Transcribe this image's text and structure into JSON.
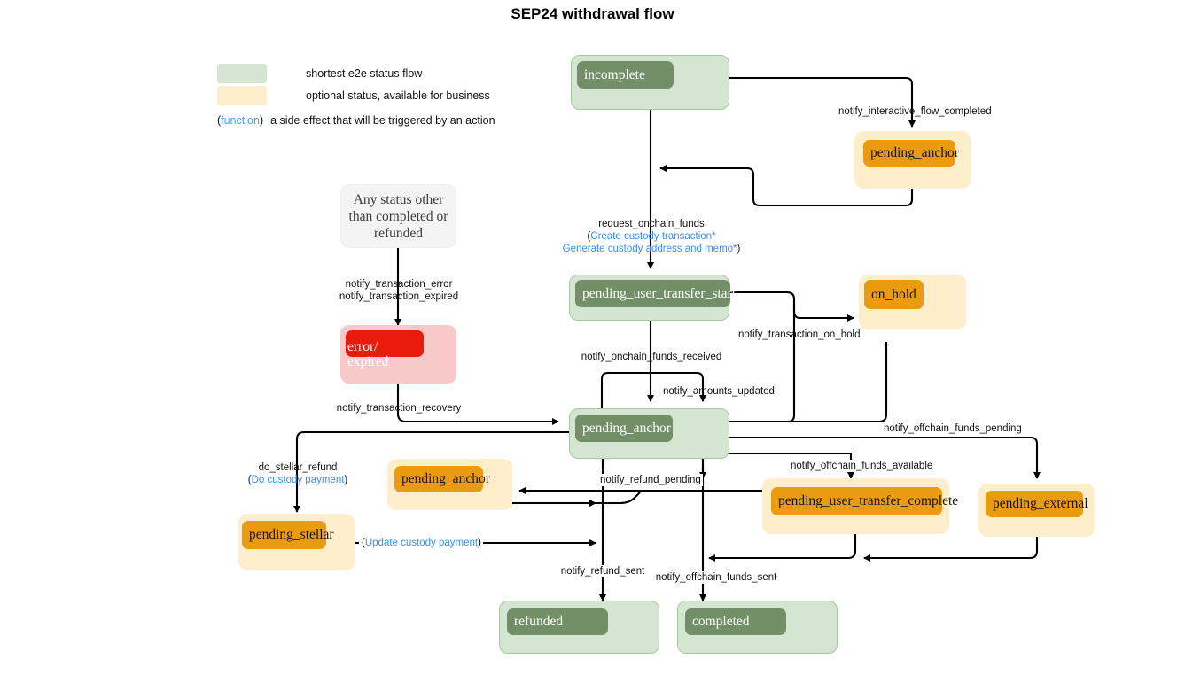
{
  "title": "SEP24 withdrawal flow",
  "legend": {
    "rows": [
      {
        "swatch": "green",
        "text": "shortest e2e status flow"
      },
      {
        "swatch": "cream",
        "text": "optional status, available for business"
      }
    ],
    "function_open": "(",
    "function_word": "function",
    "function_close": ")",
    "function_desc": "a side effect that will be triggered by an action"
  },
  "colors": {
    "green_fill": "#d4e6d2",
    "green_inner": "#728f68",
    "cream_fill": "#ffeecc",
    "orange_inner": "#eb9b10",
    "pink_fill": "#f9c9c9",
    "red_inner": "#e81b0c",
    "grey_fill": "#f4f4f4",
    "function_blue": "#3d8ef0",
    "edge": "#000000"
  },
  "nodes": {
    "incomplete": "incomplete",
    "pending_anchor_top": "pending_anchor",
    "any_status": "Any status other\nthan completed or\nrefunded",
    "error_expired": "error/\nexpired",
    "pending_user_transfer_start": "pending_user_transfer_start",
    "on_hold": "on_hold",
    "pending_anchor_center": "pending_anchor",
    "pending_anchor_refund": "pending_anchor",
    "pending_stellar": "pending_stellar",
    "pending_user_transfer_complete": "pending_user_transfer_complete",
    "pending_external": "pending_external",
    "refunded": "refunded",
    "completed": "completed"
  },
  "edges": {
    "notify_interactive_flow_completed": "notify_interactive_flow_completed",
    "request_onchain_funds": "request_onchain_funds",
    "request_onchain_funds_fn1": "Create custody transaction*",
    "request_onchain_funds_fn2": "Generate custody address and memo*",
    "notify_transaction_error": "notify_transaction_error",
    "notify_transaction_expired": "notify_transaction_expired",
    "notify_transaction_recovery": "notify_transaction_recovery",
    "notify_onchain_funds_received": "notify_onchain_funds_received",
    "notify_amounts_updated": "notify_amounts_updated",
    "notify_transaction_on_hold": "notify_transaction_on_hold",
    "notify_offchain_funds_pending": "notify_offchain_funds_pending",
    "notify_offchain_funds_available": "notify_offchain_funds_available",
    "notify_refund_pending": "notify_refund_pending",
    "do_stellar_refund": "do_stellar_refund",
    "do_stellar_refund_fn": "Do custody payment",
    "update_custody_payment_fn": "Update custody payment",
    "notify_refund_sent": "notify_refund_sent",
    "notify_offchain_funds_sent": "notify_offchain_funds_sent"
  },
  "chart_data": {
    "type": "diagram",
    "title": "SEP24 withdrawal flow",
    "states": [
      {
        "id": "incomplete",
        "label": "incomplete",
        "category": "shortest-e2e"
      },
      {
        "id": "pending_anchor_top",
        "label": "pending_anchor",
        "category": "optional"
      },
      {
        "id": "any_status",
        "label": "Any status other than completed or refunded",
        "category": "meta"
      },
      {
        "id": "error_expired",
        "label": "error/expired",
        "category": "error"
      },
      {
        "id": "pending_user_transfer_start",
        "label": "pending_user_transfer_start",
        "category": "shortest-e2e"
      },
      {
        "id": "on_hold",
        "label": "on_hold",
        "category": "optional"
      },
      {
        "id": "pending_anchor_center",
        "label": "pending_anchor",
        "category": "shortest-e2e"
      },
      {
        "id": "pending_anchor_refund",
        "label": "pending_anchor",
        "category": "optional"
      },
      {
        "id": "pending_stellar",
        "label": "pending_stellar",
        "category": "optional"
      },
      {
        "id": "pending_user_transfer_complete",
        "label": "pending_user_transfer_complete",
        "category": "optional"
      },
      {
        "id": "pending_external",
        "label": "pending_external",
        "category": "optional"
      },
      {
        "id": "refunded",
        "label": "refunded",
        "category": "shortest-e2e"
      },
      {
        "id": "completed",
        "label": "completed",
        "category": "shortest-e2e"
      }
    ],
    "transitions": [
      {
        "from": "incomplete",
        "to": "pending_anchor_top",
        "label": "notify_interactive_flow_completed"
      },
      {
        "from": "pending_anchor_top",
        "to": "pending_user_transfer_start",
        "label": ""
      },
      {
        "from": "incomplete",
        "to": "pending_user_transfer_start",
        "label": "request_onchain_funds",
        "functions": [
          "Create custody transaction*",
          "Generate custody address and memo*"
        ]
      },
      {
        "from": "any_status",
        "to": "error_expired",
        "label": "notify_transaction_error / notify_transaction_expired"
      },
      {
        "from": "error_expired",
        "to": "pending_anchor_center",
        "label": "notify_transaction_recovery"
      },
      {
        "from": "pending_user_transfer_start",
        "to": "pending_anchor_center",
        "label": "notify_onchain_funds_received"
      },
      {
        "from": "pending_anchor_center",
        "to": "pending_anchor_center",
        "label": "notify_amounts_updated"
      },
      {
        "from": "pending_user_transfer_start",
        "to": "on_hold",
        "label": "notify_transaction_on_hold"
      },
      {
        "from": "pending_anchor_center",
        "to": "on_hold",
        "label": "notify_transaction_on_hold"
      },
      {
        "from": "on_hold",
        "to": "pending_anchor_center",
        "label": ""
      },
      {
        "from": "pending_anchor_center",
        "to": "pending_external",
        "label": "notify_offchain_funds_pending"
      },
      {
        "from": "pending_anchor_center",
        "to": "pending_user_transfer_complete",
        "label": "notify_offchain_funds_available"
      },
      {
        "from": "pending_anchor_center",
        "to": "pending_anchor_refund",
        "label": "notify_refund_pending"
      },
      {
        "from": "pending_anchor_center",
        "to": "pending_stellar",
        "label": "do_stellar_refund",
        "functions": [
          "Do custody payment"
        ]
      },
      {
        "from": "pending_stellar",
        "to": "refunded",
        "label": "notify_refund_sent",
        "functions": [
          "Update custody payment"
        ]
      },
      {
        "from": "pending_anchor_refund",
        "to": "refunded",
        "label": "notify_refund_sent"
      },
      {
        "from": "pending_user_transfer_complete",
        "to": "completed",
        "label": "notify_offchain_funds_sent"
      },
      {
        "from": "pending_external",
        "to": "completed",
        "label": "notify_offchain_funds_sent"
      }
    ]
  }
}
